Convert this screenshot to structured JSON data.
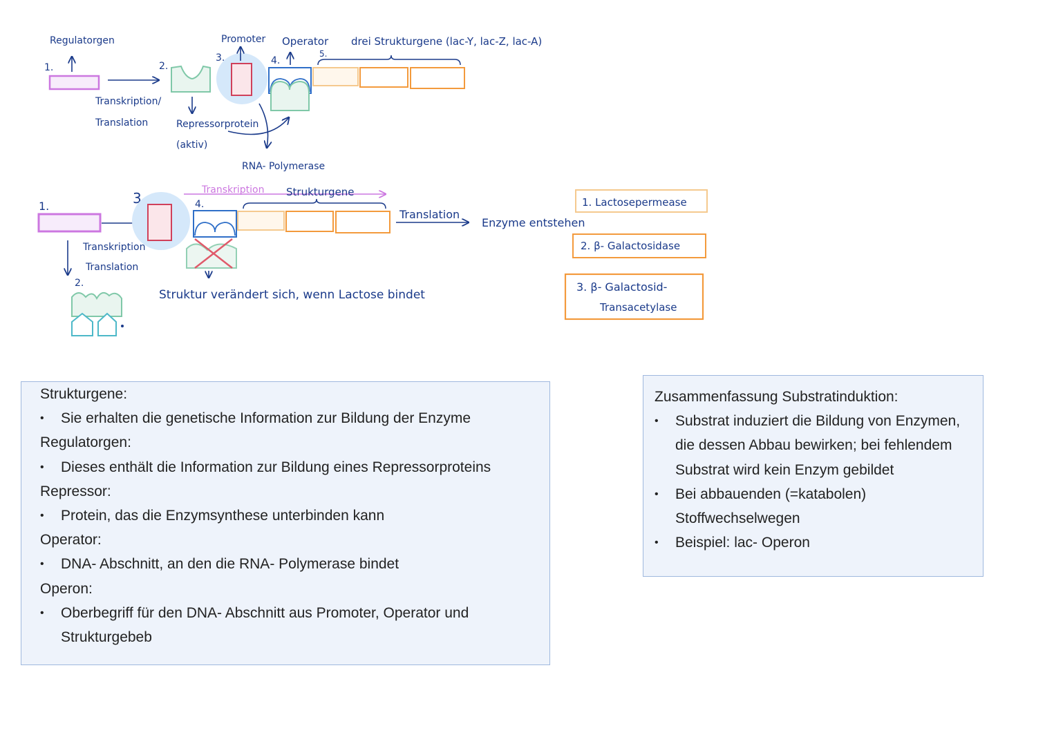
{
  "diagram": {
    "top": {
      "labels": {
        "regulatorgen": "Regulatorgen",
        "promoter": "Promoter",
        "operator": "Operator",
        "strukturgene_header": "drei Strukturgene (lac-Y, lac-Z, lac-A)",
        "num1": "1.",
        "num2": "2.",
        "num3": "3.",
        "num4": "4.",
        "num5": "5.",
        "transkription": "Transkription/",
        "translation": "Translation",
        "repressorprotein": "Repressorprotein",
        "aktiv": "(aktiv)",
        "rna_polymerase": "RNA- Polymerase"
      }
    },
    "bottom": {
      "labels": {
        "num1": "1.",
        "num2": "2.",
        "num3": "3.",
        "num4": "4.",
        "transkription_pink": "Transkription",
        "strukturgene": "Strukturgene",
        "translation_arrow": "Translation",
        "enzyme_entstehen": "Enzyme entstehen",
        "transkription": "Transkription",
        "translation": "Translation",
        "struktur_text": "Struktur verändert sich, wenn Lactose bindet"
      }
    },
    "enzymes": [
      "1. Lactosepermease",
      "2. β- Galactosidase",
      "3. β- Galactosid-",
      "Transacetylase"
    ],
    "colors": {
      "regulator": "#cc77e0",
      "repressor": "#7fc8a8",
      "promoter": "#d0405a",
      "operator": "#2f6fc8",
      "struktur_light": "#f5c98e",
      "struktur": "#f39a3c",
      "highlight": "#d5e8fa",
      "ink": "#1a3a8a",
      "inducer": "#4cb8c8",
      "cross": "#e05a6a"
    }
  },
  "definitions": {
    "lines": [
      {
        "type": "heading",
        "text": "Strukturgene:"
      },
      {
        "type": "bullet",
        "text": "Sie erhalten die genetische Information zur Bildung der Enzyme"
      },
      {
        "type": "heading",
        "text": "Regulatorgen:"
      },
      {
        "type": "bullet",
        "text": "Dieses enthält die Information zur Bildung eines Repressorproteins"
      },
      {
        "type": "heading",
        "text": "Repressor:"
      },
      {
        "type": "bullet",
        "text": "Protein, das die Enzymsynthese unterbinden kann"
      },
      {
        "type": "heading",
        "text": "Operator:"
      },
      {
        "type": "bullet",
        "text": "DNA- Abschnitt, an den die RNA- Polymerase bindet"
      },
      {
        "type": "heading",
        "text": "Operon:"
      },
      {
        "type": "bullet",
        "text": "Oberbegriff für den DNA- Abschnitt aus Promoter, Operator und"
      },
      {
        "type": "cont",
        "text": "Strukturgebeb"
      }
    ]
  },
  "summary": {
    "lines": [
      {
        "type": "heading",
        "text": "Zusammenfassung Substratinduktion:"
      },
      {
        "type": "bullet",
        "text": "Substrat induziert die Bildung von Enzymen,"
      },
      {
        "type": "cont",
        "text": "die dessen Abbau bewirken; bei fehlendem"
      },
      {
        "type": "cont",
        "text": "Substrat wird kein Enzym gebildet"
      },
      {
        "type": "bullet",
        "text": "Bei abbauenden (=katabolen)"
      },
      {
        "type": "cont",
        "text": "Stoffwechselwegen"
      },
      {
        "type": "bullet",
        "text": "Beispiel: lac- Operon"
      }
    ]
  }
}
